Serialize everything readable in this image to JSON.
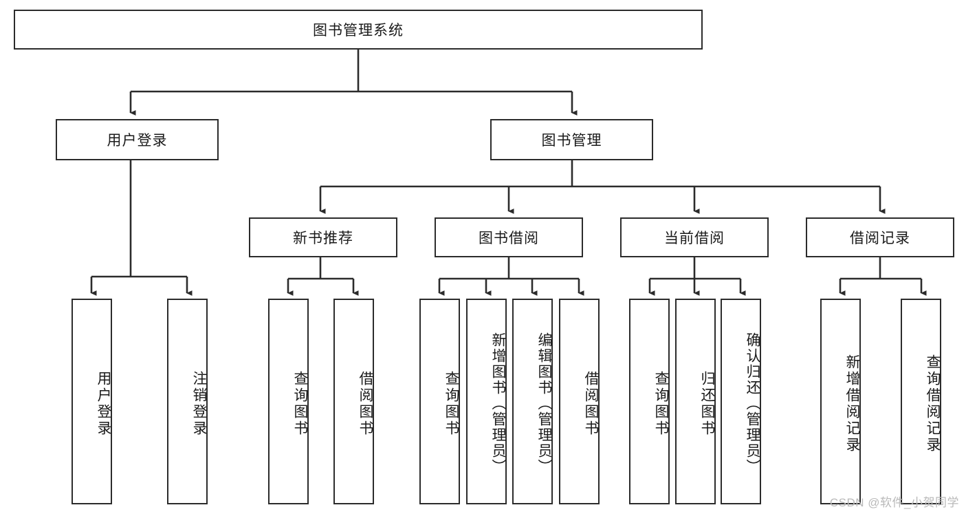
{
  "diagram": {
    "type": "tree-hierarchy-chart",
    "title": "图书管理系统",
    "watermark": "CSDN @软件_小贺同学",
    "line_color": "#2b2b2b",
    "background_color": "#ffffff",
    "text_color": "#1a1a1a",
    "levels": 4,
    "nodes": {
      "root": {
        "label": "图书管理系统",
        "level": 1
      },
      "user_login": {
        "label": "用户登录",
        "level": 2
      },
      "book_manage": {
        "label": "图书管理",
        "level": 2
      },
      "new_book_recommend": {
        "label": "新书推荐",
        "level": 3
      },
      "book_borrow": {
        "label": "图书借阅",
        "level": 3
      },
      "current_borrow": {
        "label": "当前借阅",
        "level": 3
      },
      "borrow_record": {
        "label": "借阅记录",
        "level": 3
      },
      "leaf_user_login": {
        "label": "用户登录",
        "level": 4
      },
      "leaf_user_logout": {
        "label": "注销登录",
        "level": 4
      },
      "leaf_query_book_1": {
        "label": "查询图书",
        "level": 4
      },
      "leaf_borrow_book_1": {
        "label": "借阅图书",
        "level": 4
      },
      "leaf_query_book_2": {
        "label": "查询图书",
        "level": 4
      },
      "leaf_add_book": {
        "label": "新增图书（管理员）",
        "level": 4
      },
      "leaf_edit_book": {
        "label": "编辑图书（管理员）",
        "level": 4
      },
      "leaf_borrow_book_2": {
        "label": "借阅图书",
        "level": 4
      },
      "leaf_query_book_3": {
        "label": "查询图书",
        "level": 4
      },
      "leaf_return_book": {
        "label": "归还图书",
        "level": 4
      },
      "leaf_confirm_return": {
        "label": "确认归还（管理员）",
        "level": 4
      },
      "leaf_add_record": {
        "label": "新增借阅记录",
        "level": 4
      },
      "leaf_query_record": {
        "label": "查询借阅记录",
        "level": 4
      }
    },
    "edges": [
      {
        "from": "root",
        "to": "user_login"
      },
      {
        "from": "root",
        "to": "book_manage"
      },
      {
        "from": "user_login",
        "to": "leaf_user_login"
      },
      {
        "from": "user_login",
        "to": "leaf_user_logout"
      },
      {
        "from": "book_manage",
        "to": "new_book_recommend"
      },
      {
        "from": "book_manage",
        "to": "book_borrow"
      },
      {
        "from": "book_manage",
        "to": "current_borrow"
      },
      {
        "from": "book_manage",
        "to": "borrow_record"
      },
      {
        "from": "new_book_recommend",
        "to": "leaf_query_book_1"
      },
      {
        "from": "new_book_recommend",
        "to": "leaf_borrow_book_1"
      },
      {
        "from": "book_borrow",
        "to": "leaf_query_book_2"
      },
      {
        "from": "book_borrow",
        "to": "leaf_add_book"
      },
      {
        "from": "book_borrow",
        "to": "leaf_edit_book"
      },
      {
        "from": "book_borrow",
        "to": "leaf_borrow_book_2"
      },
      {
        "from": "current_borrow",
        "to": "leaf_query_book_3"
      },
      {
        "from": "current_borrow",
        "to": "leaf_return_book"
      },
      {
        "from": "current_borrow",
        "to": "leaf_confirm_return"
      },
      {
        "from": "borrow_record",
        "to": "leaf_add_record"
      },
      {
        "from": "borrow_record",
        "to": "leaf_query_record"
      }
    ]
  }
}
